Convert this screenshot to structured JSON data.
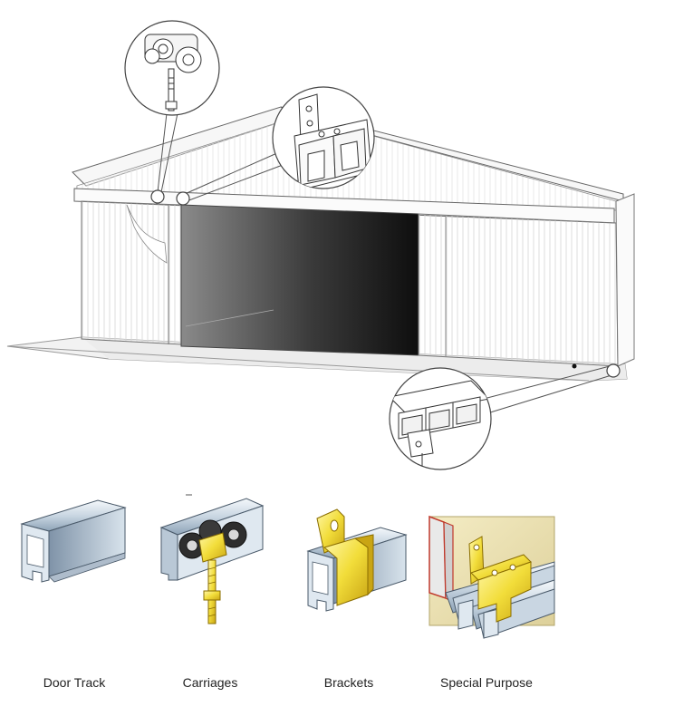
{
  "products": [
    {
      "label": "Door Track",
      "icon": "door-track-icon"
    },
    {
      "label": "Carriages",
      "icon": "carriage-icon"
    },
    {
      "label": "Brackets",
      "icon": "bracket-icon"
    },
    {
      "label": "Special Purpose",
      "icon": "special-purpose-icon"
    }
  ],
  "colors": {
    "line": "#555555",
    "steel_light": "#e8eef4",
    "steel_dark": "#7f93a8",
    "bracket_yellow": "#f2dd3a",
    "door_dark": "#1c1c1c",
    "door_light": "#8a8a8a",
    "beam_red": "#c0392b",
    "wall_tan": "#efe6b8"
  }
}
